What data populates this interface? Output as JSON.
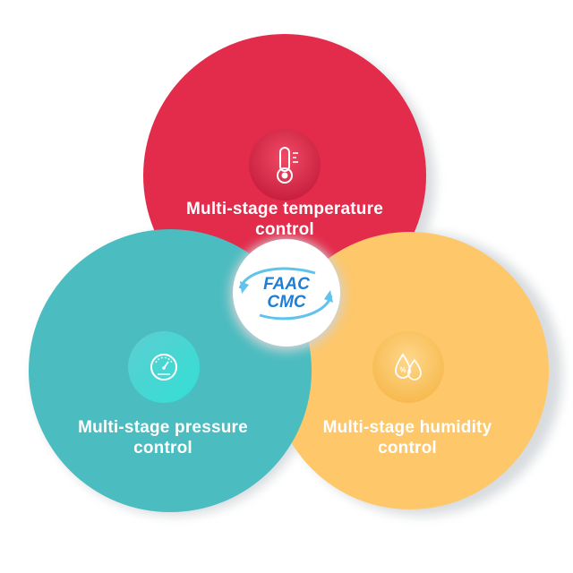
{
  "colors": {
    "temperature": "#e32b4b",
    "pressure": "#4bbcc0",
    "humidity": "#fdc76a",
    "logo_blue": "#1d7fd6",
    "logo_arrow": "#5fc3ec"
  },
  "center_logo": {
    "line1": "FAAC",
    "line2": "CMC"
  },
  "nodes": [
    {
      "label_line1": "Multi-stage temperature",
      "label_line2": "control",
      "icon": "thermometer-icon"
    },
    {
      "label_line1": "Multi-stage pressure",
      "label_line2": "control",
      "icon": "pressure-gauge-icon"
    },
    {
      "label_line1": "Multi-stage humidity",
      "label_line2": "control",
      "icon": "humidity-drops-icon"
    }
  ]
}
